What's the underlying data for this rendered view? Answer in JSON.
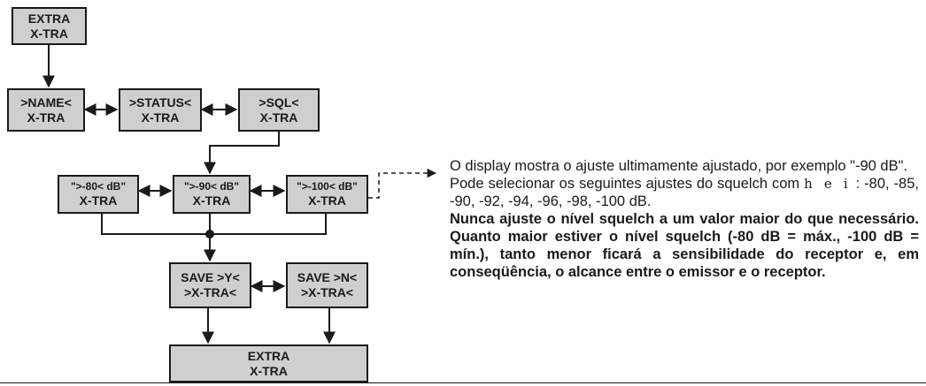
{
  "top_box": {
    "line1": "EXTRA",
    "line2": "X-TRA"
  },
  "menu_row": [
    {
      "line1": ">NAME<",
      "line2": "X-TRA"
    },
    {
      "line1": ">STATUS<",
      "line2": "X-TRA"
    },
    {
      "line1": ">SQL<",
      "line2": "X-TRA"
    }
  ],
  "squelch_row": [
    {
      "line1": "\">-80< dB\"",
      "line2": "X-TRA"
    },
    {
      "line1": "\">-90< dB\"",
      "line2": "X-TRA"
    },
    {
      "line1": "\">-100< dB\"",
      "line2": "X-TRA"
    }
  ],
  "save_row": [
    {
      "line1": "SAVE >Y<",
      "line2": ">X-TRA<"
    },
    {
      "line1": "SAVE >N<",
      "line2": ">X-TRA<"
    }
  ],
  "bottom_box": {
    "line1": "EXTRA",
    "line2": "X-TRA"
  },
  "description": {
    "para1": "O display mostra o ajuste ultimamente ajustado, por exemplo \"-90 dB\".",
    "para2_prefix": "Pode selecionar os seguintes ajustes do squelch com",
    "para2_keys": "h e i",
    "para2_values": ": -80, -85, -90, -92, -94, -96, -98, -100 dB.",
    "warning": "Nunca ajuste o nível squelch a um valor maior do que necessário. Quanto maior estiver o nível squelch (-80 dB = máx., -100 dB = mín.), tanto menor ficará a sensibilidade do receptor e, em conseqüência, o alcance entre o emissor e o receptor."
  }
}
